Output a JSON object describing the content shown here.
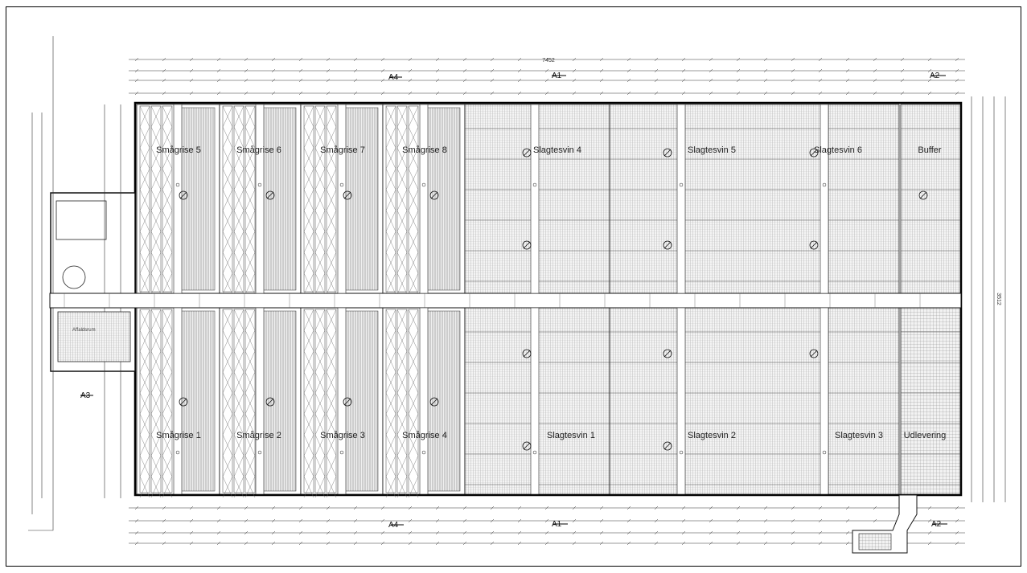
{
  "dimensions": {
    "overall_length": "7452",
    "overall_width": "3512"
  },
  "section_markers": {
    "a4": "A4",
    "a1": "A1",
    "a2": "A2",
    "a3": "A3"
  },
  "rooms": {
    "top": [
      {
        "label": "Smågrise 5"
      },
      {
        "label": "Smågrise 6"
      },
      {
        "label": "Smågrise 7"
      },
      {
        "label": "Smågrise 8"
      },
      {
        "label": "Slagtesvin 4"
      },
      {
        "label": "Slagtesvin 5"
      },
      {
        "label": "Slagtesvin 6"
      },
      {
        "label": "Buffer"
      }
    ],
    "bottom": [
      {
        "label": "Smågrise 1"
      },
      {
        "label": "Smågrise 2"
      },
      {
        "label": "Smågrise 3"
      },
      {
        "label": "Smågrise 4"
      },
      {
        "label": "Slagtesvin 1"
      },
      {
        "label": "Slagtesvin 2"
      },
      {
        "label": "Slagtesvin 3"
      },
      {
        "label": "Udlevering"
      }
    ],
    "annex": "Affaldsrum"
  }
}
